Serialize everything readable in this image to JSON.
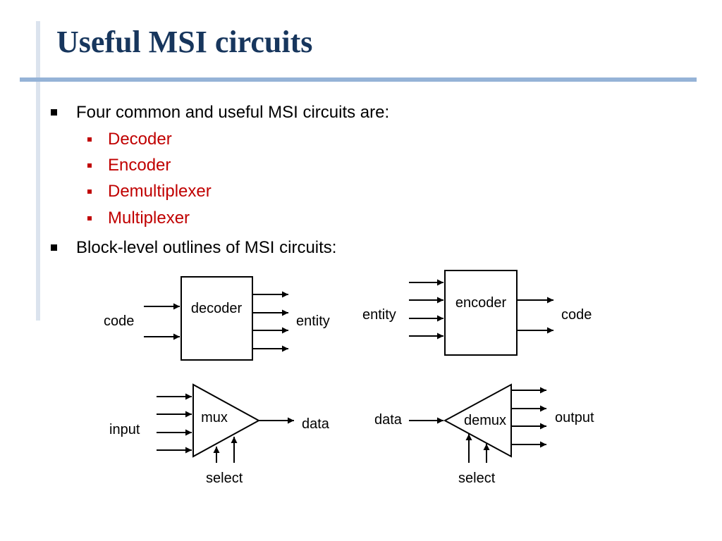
{
  "slide": {
    "title": "Useful MSI circuits",
    "bullets": [
      "Four common and useful MSI circuits are:",
      "Block-level outlines of MSI circuits:"
    ],
    "sub_bullets": [
      "Decoder",
      "Encoder",
      "Demultiplexer",
      "Multiplexer"
    ]
  },
  "colors": {
    "title": "#17365d",
    "accent_rule": "#95b3d7",
    "sub_bullet_text": "#c00000"
  },
  "diagram": {
    "decoder": {
      "block": "decoder",
      "input_label": "code",
      "output_label": "entity"
    },
    "encoder": {
      "block": "encoder",
      "input_label": "entity",
      "output_label": "code"
    },
    "mux": {
      "block": "mux",
      "input_label": "input",
      "output_label": "data",
      "select_label": "select"
    },
    "demux": {
      "block": "demux",
      "input_label": "data",
      "output_label": "output",
      "select_label": "select"
    }
  }
}
